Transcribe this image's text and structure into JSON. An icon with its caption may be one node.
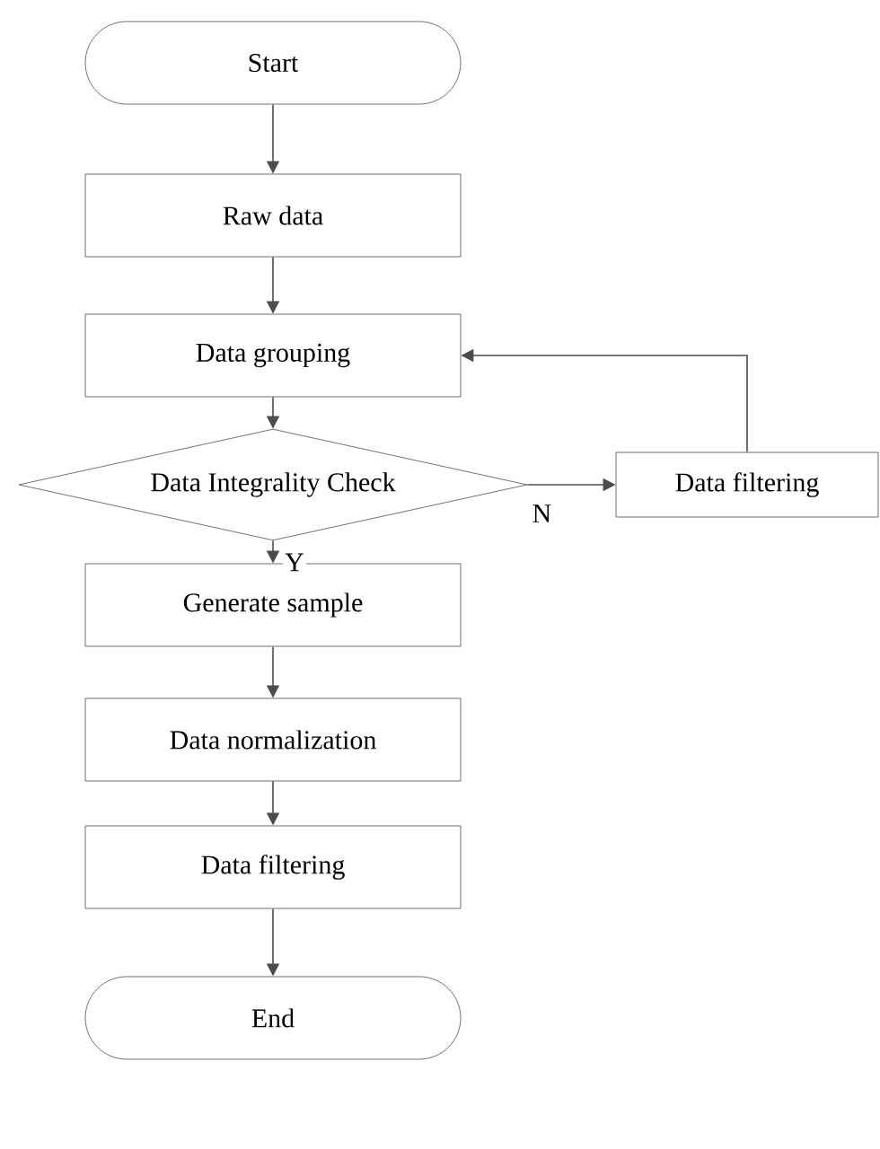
{
  "diagram": {
    "nodes": [
      {
        "text": [
          "Start"
        ]
      },
      {
        "text": [
          "Raw data"
        ]
      },
      {
        "text": [
          "Data grouping"
        ]
      },
      {
        "text": [
          "Data Integrality Check"
        ]
      },
      {
        "text": [
          "Data filtering"
        ]
      },
      {
        "text": [
          "Generate sample"
        ]
      },
      {
        "text": [
          "Data normalization"
        ]
      },
      {
        "text": [
          "Data filtering"
        ]
      },
      {
        "text": [
          "End"
        ]
      }
    ],
    "edges": [
      {
        "from": 0,
        "to": 1,
        "arrow": "to"
      },
      {
        "from": 1,
        "to": 2,
        "arrow": "to"
      },
      {
        "from": 2,
        "to": 3,
        "arrow": "to"
      },
      {
        "from": 3,
        "to": 4,
        "arrow": "to",
        "label": "N"
      },
      {
        "from": 4,
        "to": 2,
        "arrow": "to"
      },
      {
        "from": 3,
        "to": 5,
        "arrow": "to",
        "label": "Y"
      },
      {
        "from": 5,
        "to": 6,
        "arrow": "to"
      },
      {
        "from": 6,
        "to": 7,
        "arrow": "to"
      },
      {
        "from": 7,
        "to": 8,
        "arrow": "to"
      }
    ]
  }
}
